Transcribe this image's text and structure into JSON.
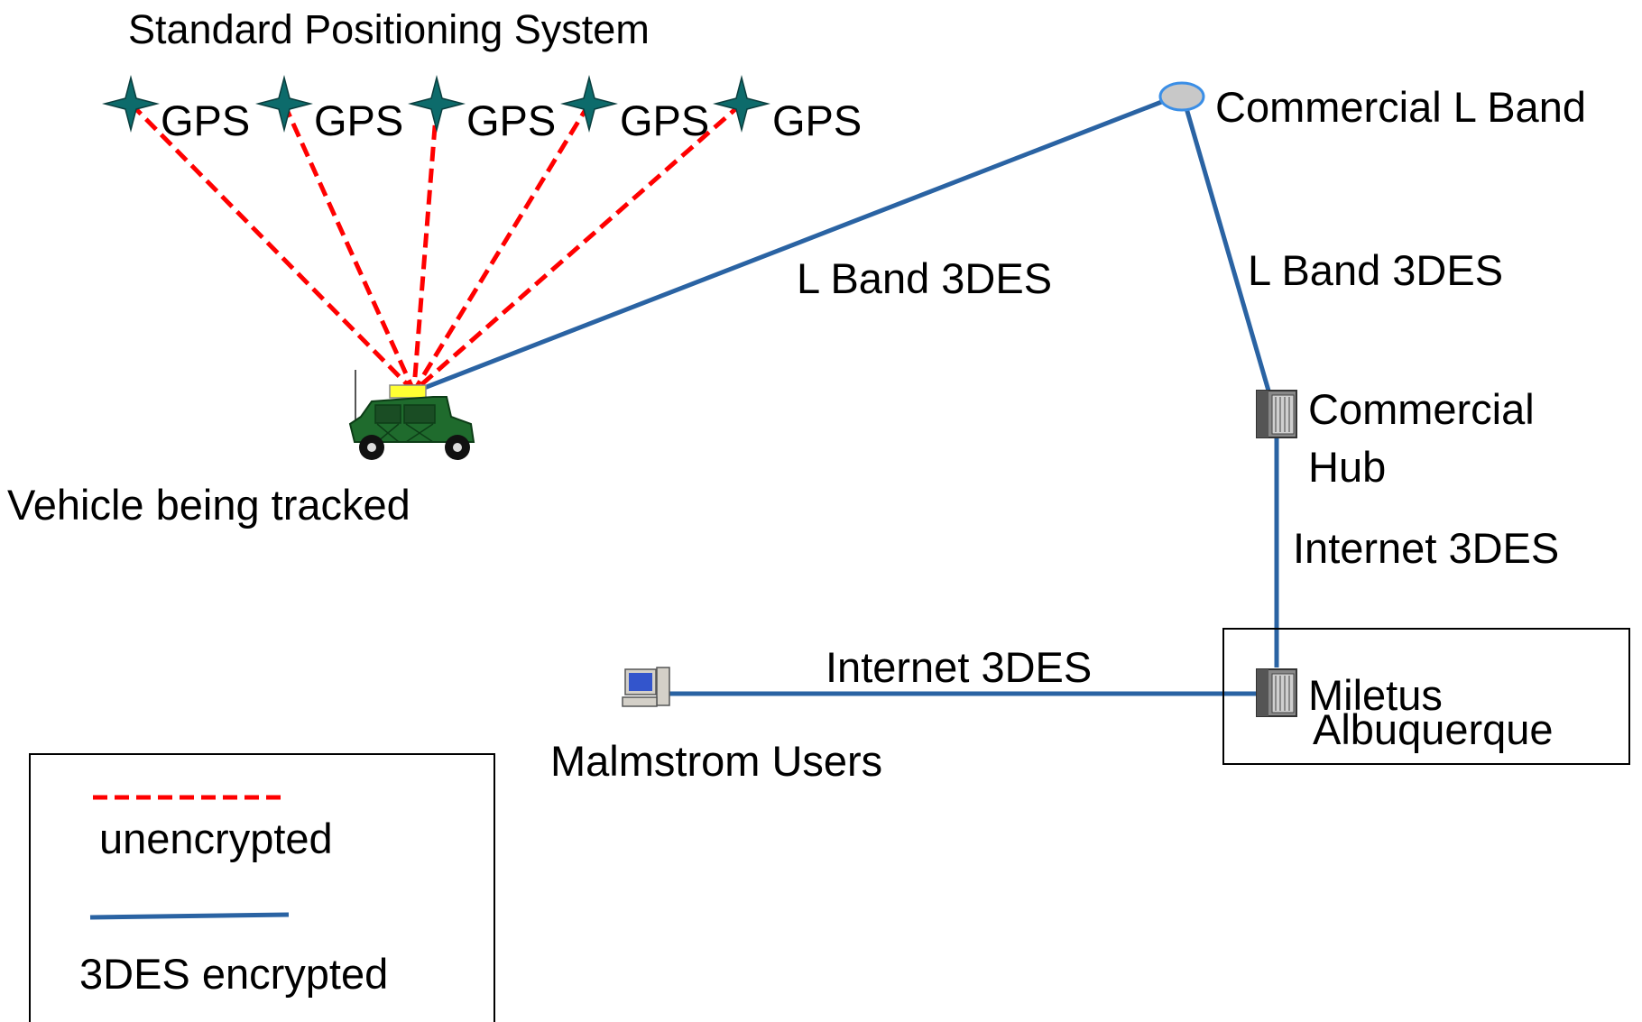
{
  "title": "Standard Positioning System",
  "satellites": [
    {
      "label": "GPS"
    },
    {
      "label": "GPS"
    },
    {
      "label": "GPS"
    },
    {
      "label": "GPS"
    },
    {
      "label": "GPS"
    }
  ],
  "nodes": {
    "vehicle": {
      "label": "Vehicle being tracked"
    },
    "commercial_l_band": {
      "label": "Commercial L Band"
    },
    "commercial_hub": {
      "label_line1": "Commercial",
      "label_line2": "Hub"
    },
    "miletus": {
      "label_line1": "Miletus",
      "label_line2": "Albuquerque"
    },
    "malmstrom": {
      "label": "Malmstrom Users"
    }
  },
  "links": {
    "vehicle_to_satellite": {
      "label": "L Band 3DES"
    },
    "satellite_to_hub": {
      "label": "L Band 3DES"
    },
    "hub_to_miletus": {
      "label": "Internet 3DES"
    },
    "malmstrom_to_miletus": {
      "label": "Internet 3DES"
    }
  },
  "legend": {
    "unencrypted": {
      "label": "unencrypted",
      "color": "#ff0000"
    },
    "encrypted": {
      "label": "3DES encrypted",
      "color": "#2a63a3"
    }
  },
  "colors": {
    "satellite_star": "#0d6b6b",
    "vehicle_body": "#1f6b2d",
    "satellite_dish": "#c8c8c8",
    "dish_outline": "#3a8ee6"
  }
}
